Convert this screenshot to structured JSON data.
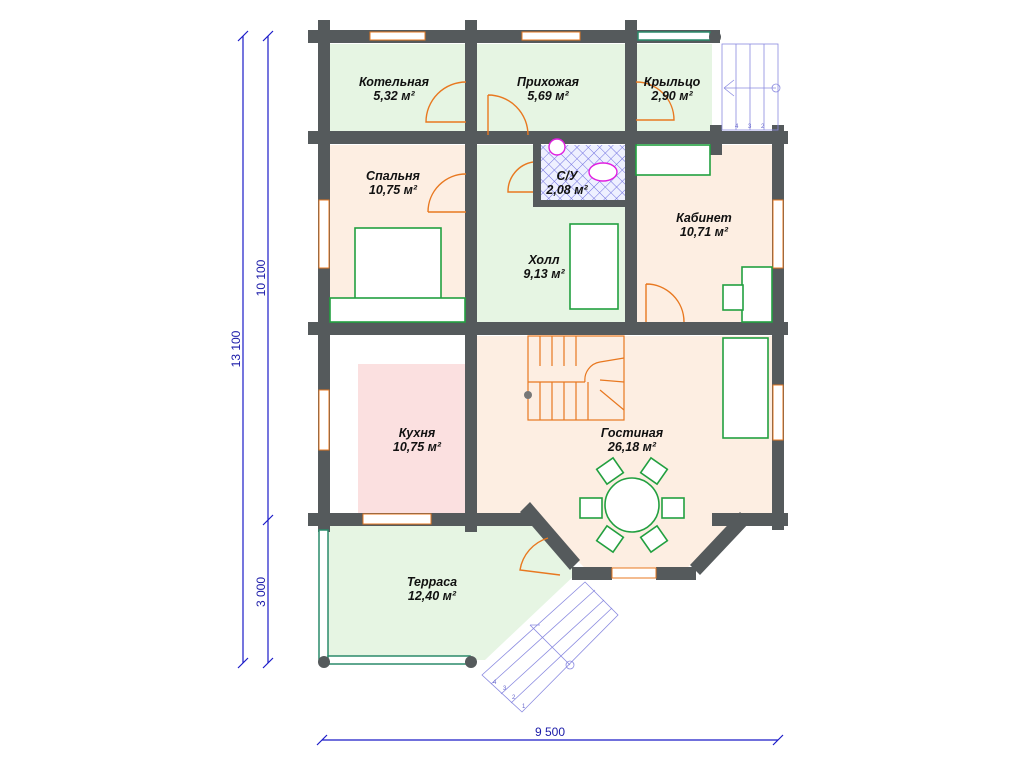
{
  "rooms": [
    {
      "name": "Котельная",
      "area": "5,32 м²"
    },
    {
      "name": "Прихожая",
      "area": "5,69 м²"
    },
    {
      "name": "Крыльцо",
      "area": "2,90 м²"
    },
    {
      "name": "Спальня",
      "area": "10,75 м²"
    },
    {
      "name": "С/У",
      "area": "2,08 м²"
    },
    {
      "name": "Кабинет",
      "area": "10,71 м²"
    },
    {
      "name": "Холл",
      "area": "9,13 м²"
    },
    {
      "name": "Кухня",
      "area": "10,75 м²"
    },
    {
      "name": "Гостиная",
      "area": "26,18 м²"
    },
    {
      "name": "Терраса",
      "area": "12,40 м²"
    }
  ],
  "dimensions": {
    "total_height": "13 100",
    "house_height": "10 100",
    "terrace_height": "3 000",
    "total_width": "9 500"
  },
  "stair_steps_top": [
    "4",
    "3",
    "2"
  ],
  "stair_steps_bottom": [
    "4",
    "3",
    "2",
    "1"
  ],
  "colors": {
    "wall": "#555a5c",
    "green_room": "#e6f5e3",
    "warm_room": "#fdeee2",
    "dimension": "#1a1aa8"
  }
}
